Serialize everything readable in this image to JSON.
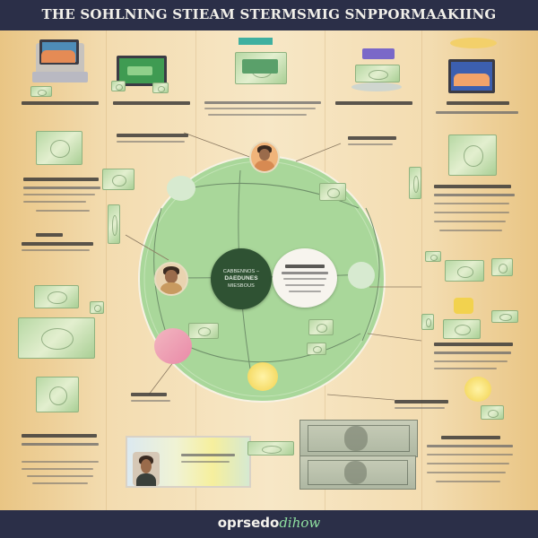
{
  "header": {
    "title": "THE SOHLNING STIEAM STERMSMIG SNPPORMAAKIING"
  },
  "center": {
    "lines": [
      "CABBENNOS –",
      "DAEDUNES",
      "MIESBOUS"
    ]
  },
  "footer": {
    "brand_main": "oprsedo",
    "brand_accent": "dihow"
  },
  "colors": {
    "circle_fill": "#a9d79a",
    "center_fill": "#2f5233",
    "header_bg": "#2b2f48",
    "panel_bg": "#f3dcb0",
    "accent_green": "#8fe0a0"
  },
  "icons": [
    "laptop-icon",
    "monitor-icon",
    "money-stack-icon",
    "avatar-icon",
    "banknote-icon",
    "coin-icon",
    "photo-icon"
  ]
}
